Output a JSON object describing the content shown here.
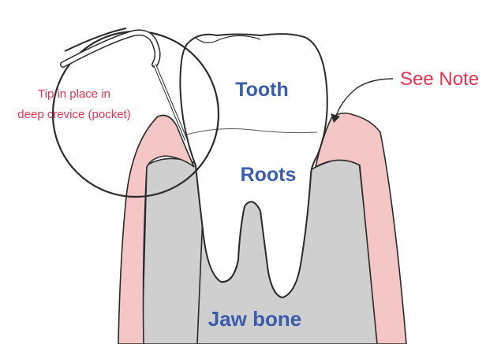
{
  "labels": {
    "tooth": "Tooth",
    "roots": "Roots",
    "jaw_bone": "Jaw bone",
    "see_note": "See Note",
    "tip_line1": "Tip in place in",
    "tip_line2": "deep crevice (pocket)"
  },
  "colors": {
    "gum": "#f4c6c6",
    "bone": "#cfcfcf",
    "tooth": "#ffffff",
    "outline": "#2a2a2a",
    "label_blue": "#3b5bab",
    "label_red": "#e8324f"
  }
}
